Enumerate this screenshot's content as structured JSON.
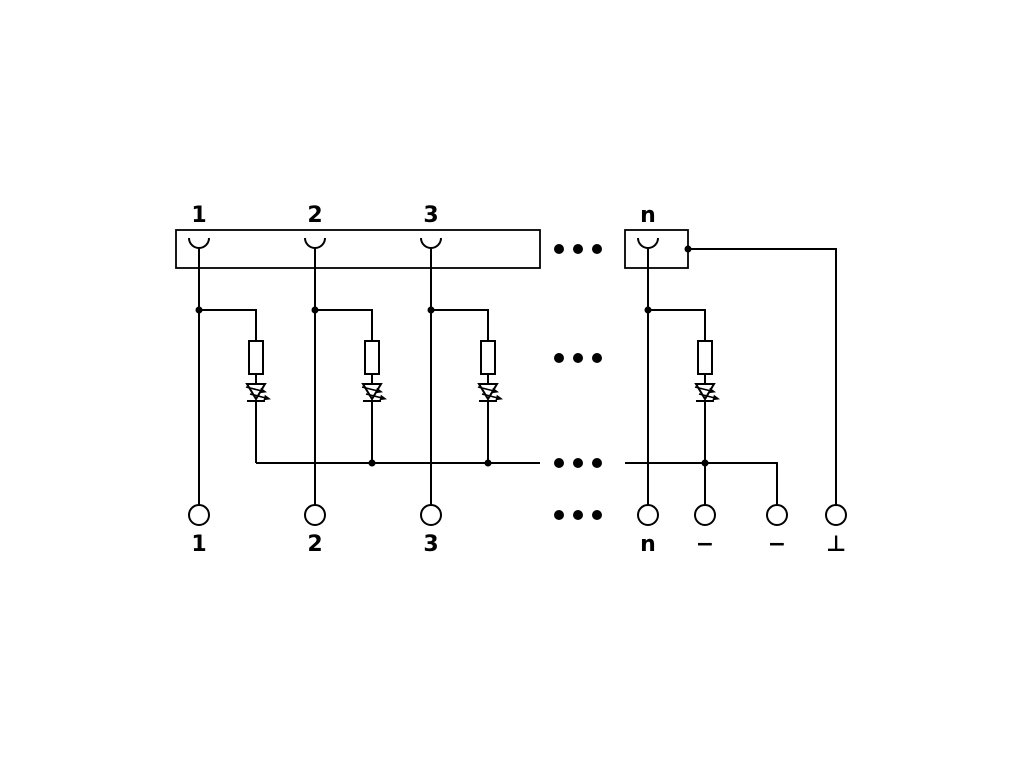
{
  "diagram": {
    "background_color": "#ffffff",
    "line_color": "#000000",
    "top_labels": [
      "1",
      "2",
      "3",
      "n"
    ],
    "bottom_labels": [
      "1",
      "2",
      "3",
      "n",
      "−",
      "−",
      "⊥"
    ],
    "ellipsis": "•••",
    "channels_shown": 4,
    "per_channel_components": [
      "socket-contact",
      "resistor",
      "led"
    ],
    "extra_terminals": [
      "minus",
      "minus",
      "ground"
    ]
  }
}
